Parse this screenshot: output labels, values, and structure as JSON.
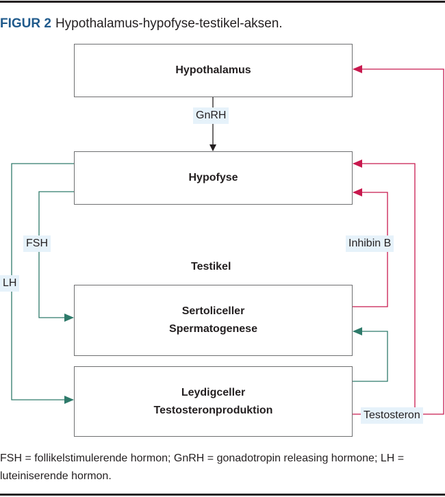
{
  "figure": {
    "label": "FIGUR 2",
    "title": "Hypothalamus-hypofyse-testikel-aksen."
  },
  "nodes": {
    "hypothalamus": "Hypothalamus",
    "hypofyse": "Hypofyse",
    "testikel_section": "Testikel",
    "sertoli": {
      "line1": "Sertoliceller",
      "line2": "Spermatogenese"
    },
    "leydig": {
      "line1": "Leydigceller",
      "line2": "Testosteronproduktion"
    }
  },
  "edges": {
    "gnrh": "GnRH",
    "fsh": "FSH",
    "lh": "LH",
    "inhibin": "Inhibin B",
    "testosteron": "Testosteron"
  },
  "colors": {
    "stimulating": "#2e7a6a",
    "inhibiting": "#c8194e",
    "neutral": "#231f20",
    "label_bg": "#e6f2fa",
    "figure_label": "#1f5a8c"
  },
  "footnote": "FSH = follikelstimulerende hormon; GnRH = gonadotropin releasing hormone; LH = luteiniserende hormon."
}
